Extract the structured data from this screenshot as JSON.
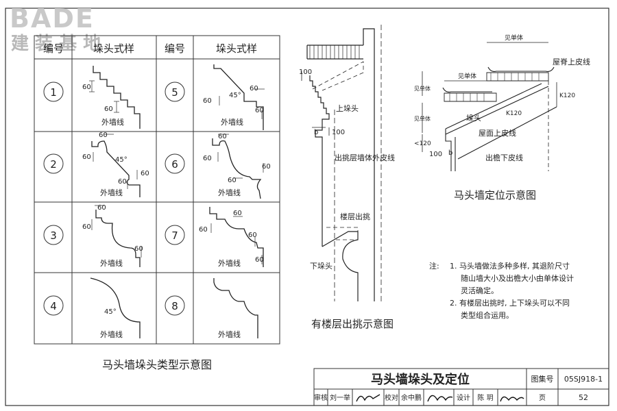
{
  "watermark": {
    "brand": "BADE",
    "subtitle": "建 装 基 地"
  },
  "table": {
    "headers": [
      "编号",
      "垛头式样",
      "编号",
      "垛头式样"
    ],
    "caption": "马头墙垛头类型示意图",
    "wall_line": "外墙线",
    "items": [
      "1",
      "2",
      "3",
      "4",
      "5",
      "6",
      "7",
      "8"
    ],
    "dims": {
      "d60": "60",
      "angle45": "45°"
    }
  },
  "section": {
    "caption": "有楼层出挑示意图",
    "labels": {
      "upper": "上垛头",
      "wall": "出挑层墙体外皮线",
      "floor": "楼层出挑",
      "lower": "下垛头"
    },
    "dims": {
      "d100a": "100",
      "d100b": "100",
      "b": "b"
    }
  },
  "position": {
    "caption": "马头墙定位示意图",
    "labels": {
      "ridge": "屋脊上皮线",
      "duotou": "垛头",
      "roof": "屋面上皮线",
      "eave": "出檐下皮线"
    },
    "dims": {
      "see1": "见单体",
      "see2": "见单体",
      "see3": "见单体",
      "see4": "见单体",
      "k120a": "K120",
      "k120b": "K120",
      "lt120": "<120",
      "d100": "100",
      "b": "b"
    }
  },
  "notes": {
    "label": "注:",
    "items": [
      "1. 马头墙做法多种多样, 其退阶尺寸",
      "随山墙大小及出檐大小由单体设计",
      "灵活确定。",
      "2. 有楼层出挑时, 上下垛头可以不同",
      "类型组合运用。"
    ]
  },
  "titleblock": {
    "title": "马头墙垛头及定位",
    "atlas_label": "图集号",
    "atlas_no": "05SJ918-1",
    "review": "审核",
    "reviewer": "刘一举",
    "check": "校对",
    "checker": "余中鹏",
    "design": "设计",
    "designer": "陈 玥",
    "page_label": "页",
    "page_no": "52"
  }
}
